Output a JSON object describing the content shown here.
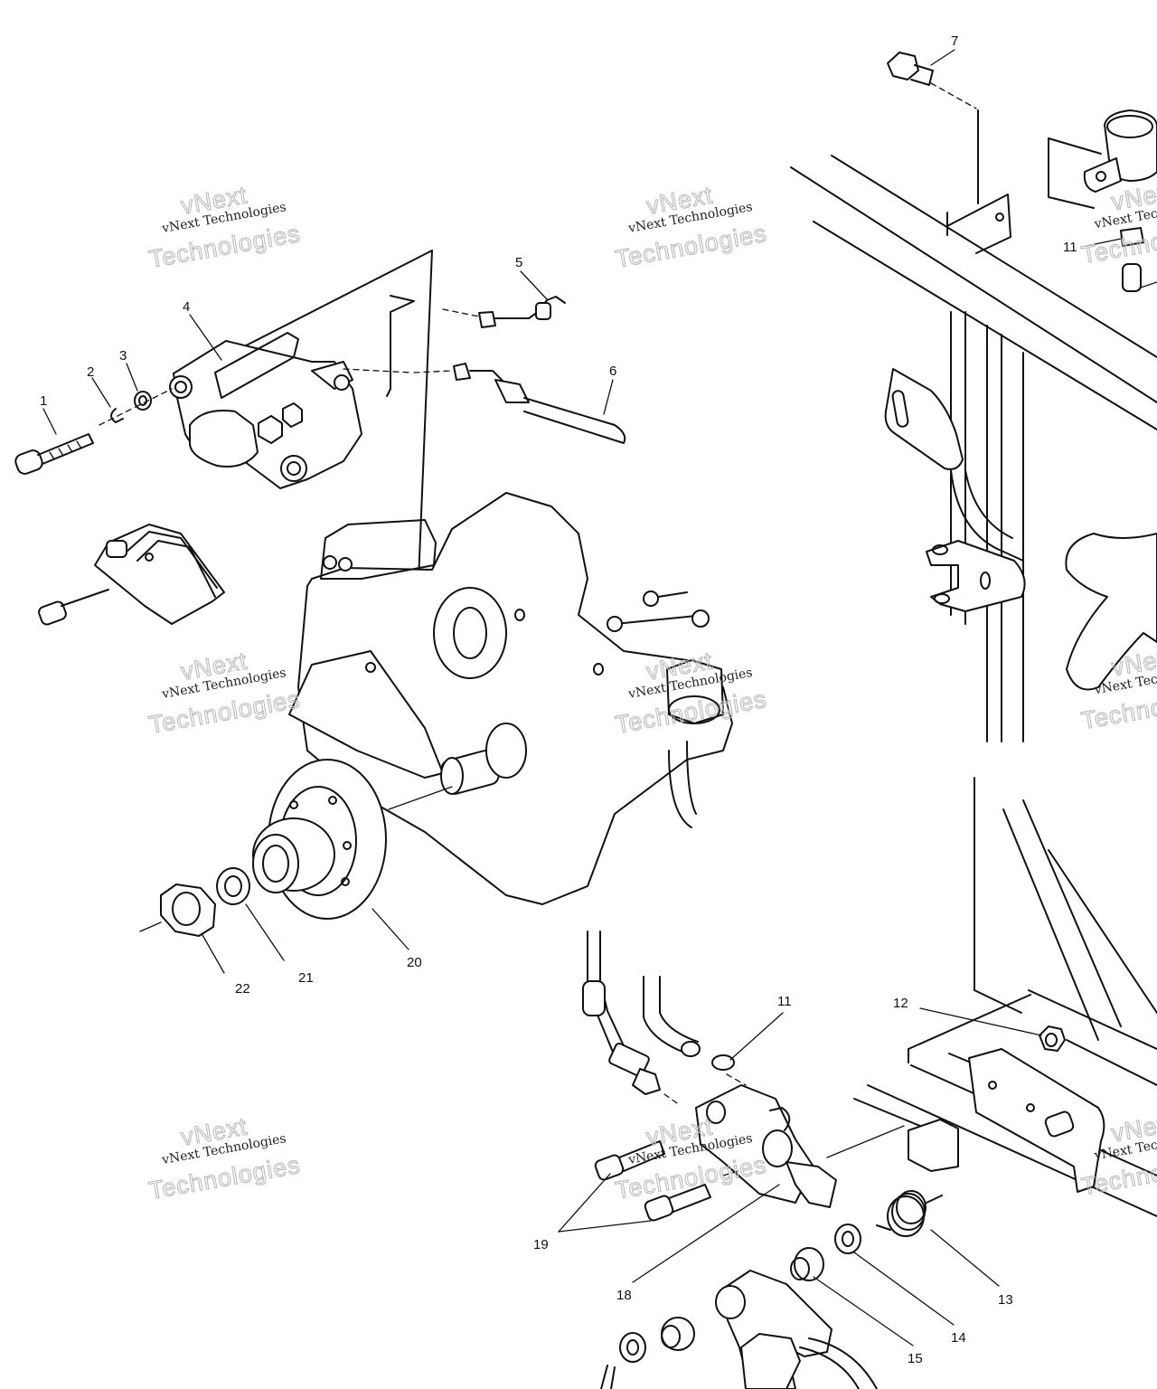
{
  "watermark": {
    "line_small": "vNext Technologies",
    "line_top": "vNext",
    "line_big": "Technologies"
  },
  "callouts": [
    {
      "id": "c1",
      "label": "1"
    },
    {
      "id": "c2",
      "label": "2"
    },
    {
      "id": "c3",
      "label": "3"
    },
    {
      "id": "c4",
      "label": "4"
    },
    {
      "id": "c5",
      "label": "5"
    },
    {
      "id": "c6",
      "label": "6"
    },
    {
      "id": "c7",
      "label": "7"
    },
    {
      "id": "c11a",
      "label": "11"
    },
    {
      "id": "c11b",
      "label": "11"
    },
    {
      "id": "c12",
      "label": "12"
    },
    {
      "id": "c13",
      "label": "13"
    },
    {
      "id": "c14",
      "label": "14"
    },
    {
      "id": "c15",
      "label": "15"
    },
    {
      "id": "c18",
      "label": "18"
    },
    {
      "id": "c19",
      "label": "19"
    },
    {
      "id": "c20",
      "label": "20"
    },
    {
      "id": "c21",
      "label": "21"
    },
    {
      "id": "c22",
      "label": "22"
    }
  ]
}
